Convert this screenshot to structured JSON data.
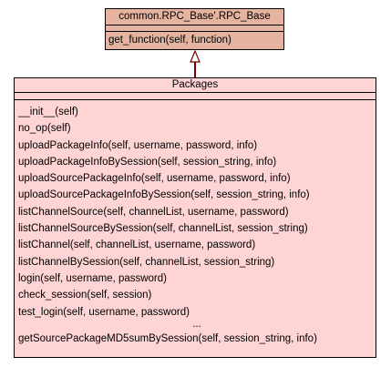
{
  "base_class": {
    "name": "common.RPC_Base'.RPC_Base",
    "methods": [
      "get_function(self, function)"
    ]
  },
  "class": {
    "name": "Packages",
    "methods": [
      "__init__(self)",
      "no_op(self)",
      "uploadPackageInfo(self, username, password, info)",
      "uploadPackageInfoBySession(self, session_string, info)",
      "uploadSourcePackageInfo(self, username, password, info)",
      "uploadSourcePackageInfoBySession(self, session_string, info)",
      "listChannelSource(self, channelList, username, password)",
      "listChannelSourceBySession(self, channelList, session_string)",
      "listChannel(self, channelList, username, password)",
      "listChannelBySession(self, channelList, session_string)",
      "login(self, username, password)",
      "check_session(self, session)",
      "test_login(self, username, password)"
    ],
    "ellipsis": "...",
    "last_method": "getSourcePackageMD5sumBySession(self, session_string, info)"
  },
  "colors": {
    "base_fill": "#e5b4a0",
    "class_fill": "#fed4d4",
    "connector": "#7a0000"
  }
}
